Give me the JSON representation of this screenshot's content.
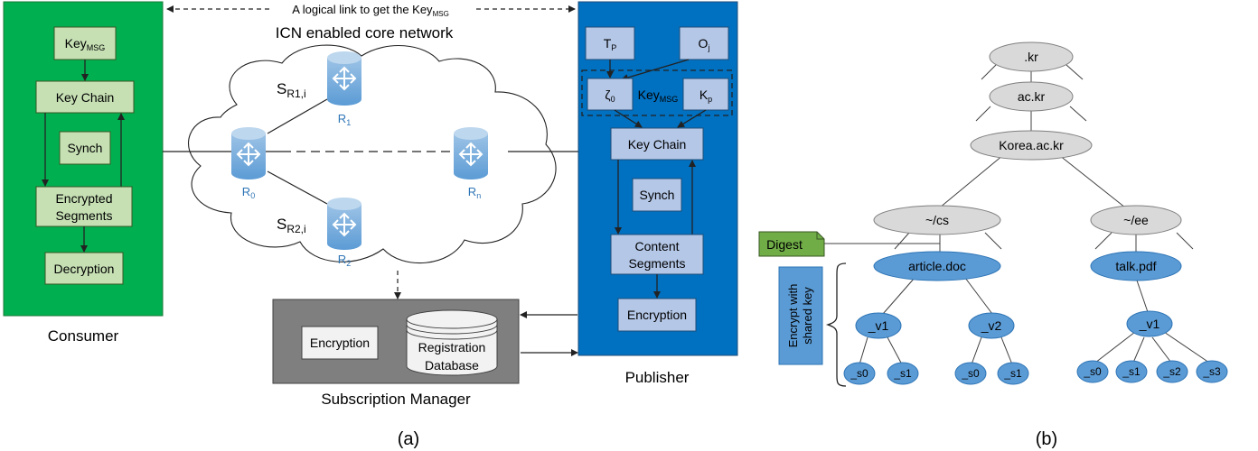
{
  "link_label": "A logical link to get the Key",
  "link_label_sub": "MSG",
  "core_network_label": "ICN enabled core network",
  "consumer": {
    "label": "Consumer",
    "key": "Key",
    "key_sub": "MSG",
    "key_chain": "Key Chain",
    "synch": "Synch",
    "enc_segments_1": "Encrypted",
    "enc_segments_2": "Segments",
    "decryption": "Decryption"
  },
  "routers": {
    "r0": "R",
    "r0_sub": "0",
    "r1": "R",
    "r1_sub": "1",
    "r2": "R",
    "r2_sub": "2",
    "rn": "R",
    "rn_sub": "n",
    "s1": "S",
    "s1_sub": "R1,i",
    "s2": "S",
    "s2_sub": "R2,i"
  },
  "subscription_manager": {
    "label": "Subscription Manager",
    "encryption": "Encryption",
    "db_1": "Registration",
    "db_2": "Database"
  },
  "publisher": {
    "label": "Publisher",
    "tp": "T",
    "tp_sub": "P",
    "oj": "O",
    "oj_sub": "j",
    "zeta": "ζ",
    "zeta_sub": "0",
    "keymsg": "Key",
    "keymsg_sub": "MSG",
    "kp": "K",
    "kp_sub": "p",
    "key_chain": "Key Chain",
    "synch": "Synch",
    "content_1": "Content",
    "content_2": "Segments",
    "encryption": "Encryption"
  },
  "tree": {
    "kr": ".kr",
    "ackr": "ac.kr",
    "korea": "Korea.ac.kr",
    "cs": "~/cs",
    "ee": "~/ee",
    "article": "article.doc",
    "talk": "talk.pdf",
    "v1_left": "_v1",
    "v2_left": "_v2",
    "v1_right": "_v1",
    "leaves_v1": [
      "_s0",
      "_s1"
    ],
    "leaves_v2": [
      "_s0",
      "_s1"
    ],
    "leaves_right": [
      "_s0",
      "_s1",
      "_s2",
      "_s3"
    ],
    "digest": "Digest",
    "encrypt_1": "Encrypt with",
    "encrypt_2": "shared key"
  },
  "caption_a": "(a)",
  "caption_b": "(b)",
  "colors": {
    "consumer_green": "#00b050",
    "light_green": "#c6e0b4",
    "publisher_blue": "#0070c0",
    "light_blue": "#b4c7e7",
    "manager_gray": "#7f7f7f",
    "tree_gray": "#d9d9d9",
    "tree_blue": "#5b9bd5",
    "digest_green": "#70ad47",
    "router_blue": "#5b9bd5"
  }
}
